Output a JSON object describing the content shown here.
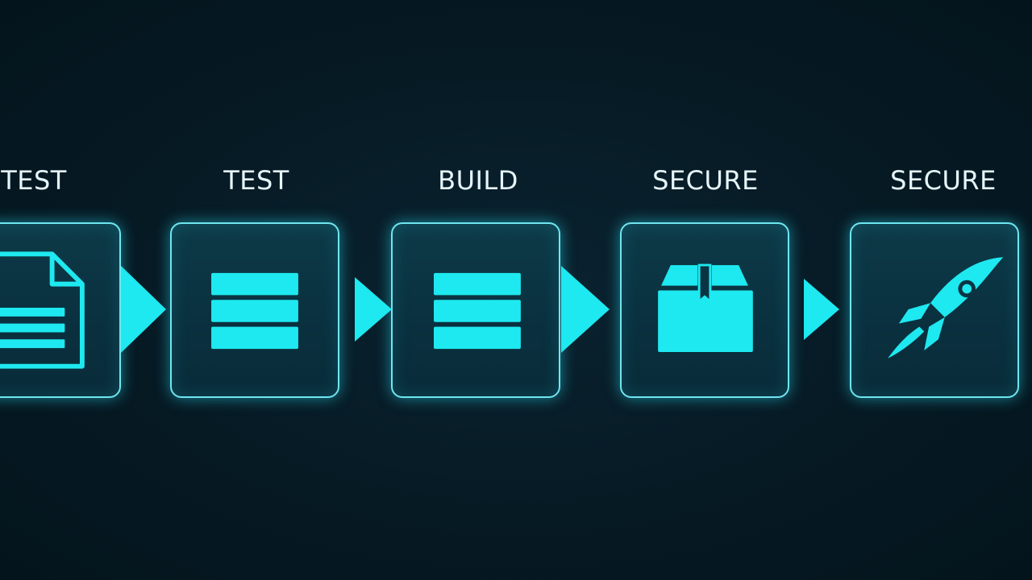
{
  "stages": [
    {
      "label": "TEST",
      "icon": "document-icon"
    },
    {
      "label": "TEST",
      "icon": "stack-icon"
    },
    {
      "label": "BUILD",
      "icon": "stack-icon"
    },
    {
      "label": "SECURE",
      "icon": "package-box-icon"
    },
    {
      "label": "SECURE",
      "icon": "rocket-icon"
    }
  ],
  "colors": {
    "accent": "#1ee8f0",
    "border": "#6fe6f0",
    "background": "#061a24",
    "text": "#e6f6fa"
  }
}
